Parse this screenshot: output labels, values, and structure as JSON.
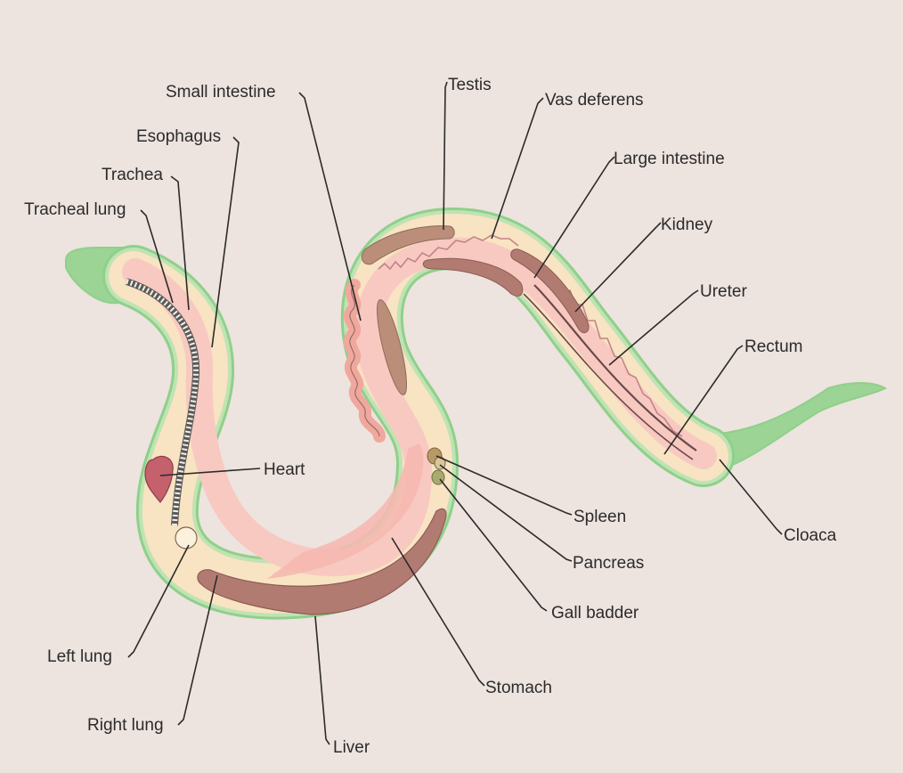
{
  "colors": {
    "background": "#ede3df",
    "body_outline": "#8fd08a",
    "body_fill": "#bfe3b4",
    "fat_body": "#f8e3c2",
    "digestive_tract": "#f8c9c1",
    "organ_dark": "#b27b72",
    "organ_mid": "#bb8e7a",
    "heart": "#c4616d",
    "gland_tan": "#b89a62",
    "gland_olive": "#a9aa6f",
    "line": "#2b2b2b"
  },
  "labels": {
    "small_intestine": "Small intestine",
    "esophagus": "Esophagus",
    "trachea": "Trachea",
    "tracheal_lung": "Tracheal lung",
    "testis": "Testis",
    "vas_deferens": "Vas deferens",
    "large_intestine": "Large intestine",
    "kidney": "Kidney",
    "ureter": "Ureter",
    "rectum": "Rectum",
    "heart": "Heart",
    "spleen": "Spleen",
    "pancreas": "Pancreas",
    "gall_badder": "Gall badder",
    "cloaca": "Cloaca",
    "left_lung": "Left lung",
    "right_lung": "Right lung",
    "liver": "Liver",
    "stomach": "Stomach"
  }
}
